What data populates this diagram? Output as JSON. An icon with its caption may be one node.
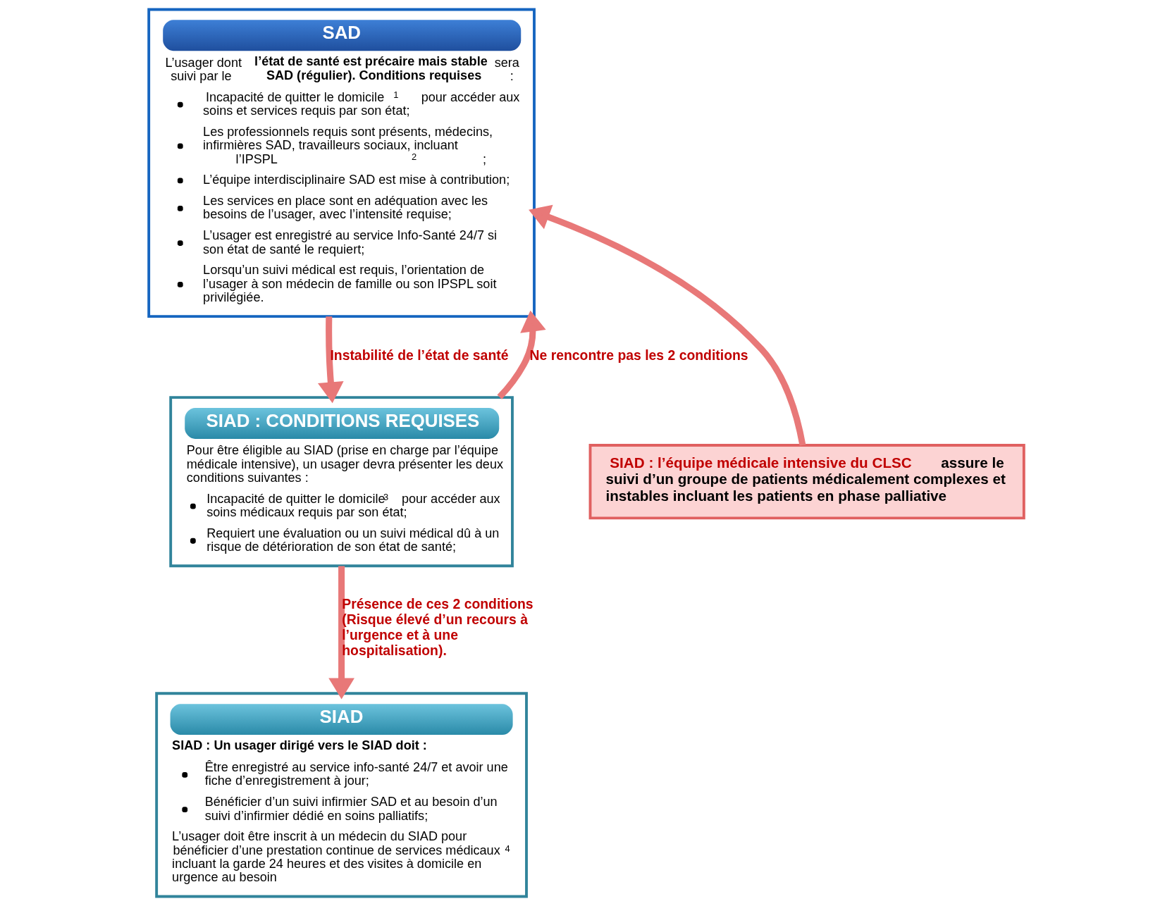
{
  "diagram": {
    "nodes": [
      {
        "text": [
          "SAD",
          "L’usager dont **l’état de santé est précaire mais stable** sera suivi par le **SAD (régulier). Conditions requises** :",
          "Incapacité de quitter le domicile$^{1}$ pour accéder aux soins et services requis par son état;",
          "Les professionnels requis sont présents, médecins, infirmières SAD, travailleurs sociaux, incluant l’IPSPL$^{2}$;",
          "L’équipe interdisciplinaire SAD est mise à contribution;",
          "Les services en place sont en adéquation avec les besoins de l’usager, avec l’intensité requise;",
          "L’usager est enregistré au service Info-Santé 24/7 si son état de santé le requiert;",
          "Lorsqu’un suivi médical est requis, l’orientation de l’usager à son médecin de famille ou son IPSPL soit privilégiée."
        ]
      },
      {
        "text": [
          "SIAD : CONDITIONS REQUISES",
          "Pour être éligible au SIAD (prise en charge par l’équipe médicale intensive), un usager devra présenter les deux conditions suivantes :",
          "Incapacité de quitter le domicile$^{3}$ pour accéder aux soins médicaux requis par son état;",
          "Requiert une évaluation ou un suivi médical dû à un risque de détérioration de son état de santé;"
        ]
      },
      {
        "text": [
          "SIAD : l’équipe médicale intensive du CLSC",
          "assure le suivi d’un groupe de patients médicalement complexes et instables incluant les patients en phase palliative"
        ]
      },
      {
        "text": [
          "SIAD",
          "SIAD : Un usager dirigé vers le SIAD doit :",
          "Être enregistré au service info-santé 24/7 et avoir une fiche d’enregistrement à jour;",
          "Bénéficier d’un suivi infirmier SAD et au besoin d’un suivi d’infirmier dédié en soins palliatifs;",
          "L’usager doit être inscrit à un médecin du SIAD pour bénéficier d’une prestation continue de services médicaux $^{4}$ incluant la garde 24 heures et des visites à domicile en urgence au besoin"
        ]
      }
    ],
    "edges": [
      {
        "from": 1,
        "to": 0,
        "arrow": "to",
        "label": "Ne rencontre pas les 2 conditions"
      },
      {
        "from": 0,
        "to": 1,
        "arrow": "to",
        "label": "Instabilité de l’état de santé"
      },
      {
        "from": 1,
        "to": 3,
        "arrow": "to",
        "label": "Présence de ces 2 conditions (Risque élevé d’un recours à l’urgence et à une hospitalisation)."
      },
      {
        "from": 2,
        "to": 0,
        "arrow": "to"
      }
    ]
  }
}
